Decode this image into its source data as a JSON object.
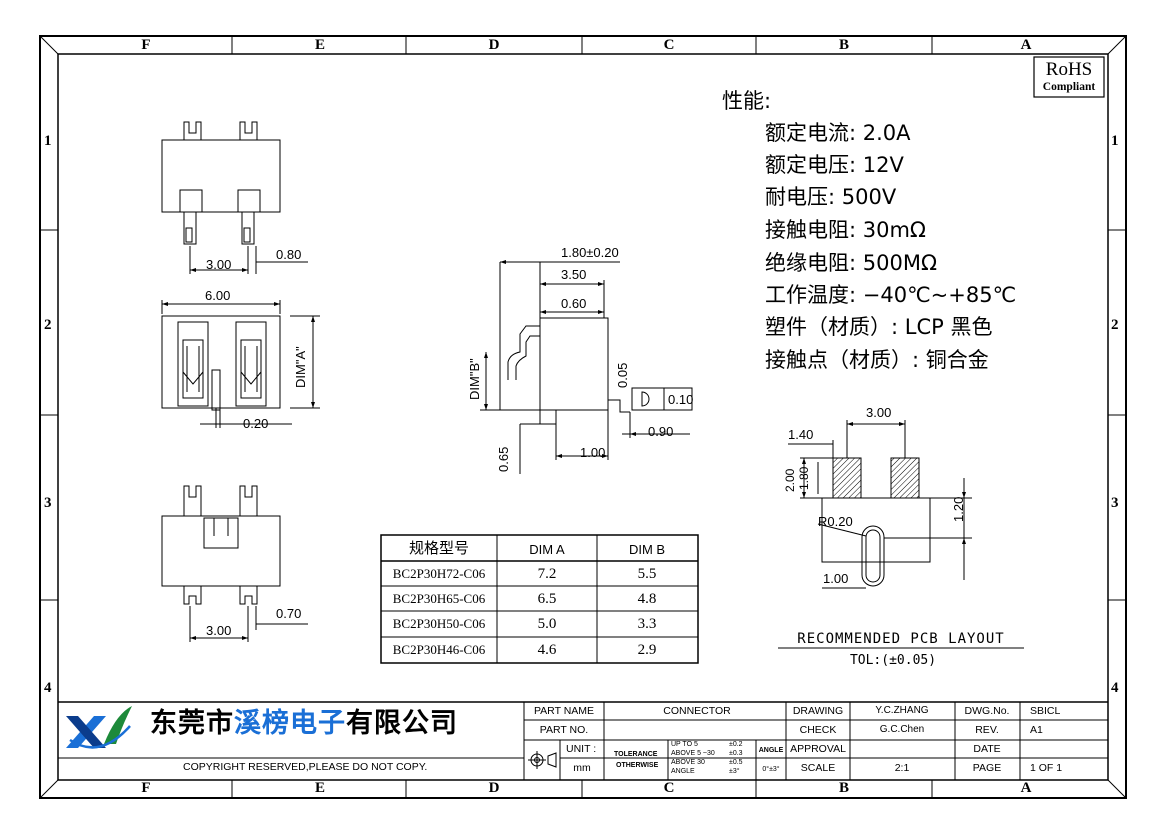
{
  "frame": {
    "columns": [
      "F",
      "E",
      "D",
      "C",
      "B",
      "A"
    ],
    "rows": [
      "1",
      "2",
      "3",
      "4"
    ]
  },
  "rohs": {
    "line1": "RoHS",
    "line2": "Compliant"
  },
  "performance": {
    "heading": "性能:",
    "items": [
      "额定电流: 2.0A",
      "额定电压: 12V",
      "耐电压: 500V",
      "接触电阻: 30mΩ",
      "绝缘电阻: 500MΩ",
      "工作温度: −40℃~+85℃",
      "塑件（材质）: LCP  黑色",
      "接触点（材质）: 铜合金"
    ]
  },
  "top_view": {
    "pitch": "3.00",
    "pin_width": "0.80"
  },
  "front_view": {
    "width": "6.00",
    "dim_a": "DIM\"A\"",
    "pin_thk": "0.20"
  },
  "bottom_view": {
    "pitch": "3.00",
    "pin_width": "0.70"
  },
  "side_view": {
    "d1": "1.80±0.20",
    "d2": "3.50",
    "d3": "0.60",
    "d4": "0.05",
    "d5": "0.10",
    "d6": "0.90",
    "d7": "1.00",
    "d8": "0.65",
    "dim_b": "DIM\"B\""
  },
  "spec_table": {
    "headers": [
      "规格型号",
      "DIM  A",
      "DIM  B"
    ],
    "rows": [
      [
        "BC2P30H72-C06",
        "7.2",
        "5.5"
      ],
      [
        "BC2P30H65-C06",
        "6.5",
        "4.8"
      ],
      [
        "BC2P30H50-C06",
        "5.0",
        "3.3"
      ],
      [
        "BC2P30H46-C06",
        "4.6",
        "2.9"
      ]
    ]
  },
  "pcb_layout": {
    "pitch": "3.00",
    "pad_offset": "1.40",
    "h1": "2.00",
    "h2": "1.80",
    "slot_h": "1.20",
    "radius": "R0.20",
    "slot_w": "1.00",
    "title": "RECOMMENDED PCB LAYOUT",
    "tol": "TOL:(±0.05)"
  },
  "title_block": {
    "company": "东莞市溪榜电子有限公司",
    "company_parts": [
      "东莞市",
      "溪榜电子",
      "有限公司"
    ],
    "copyright": "COPYRIGHT RESERVED,PLEASE DO NOT COPY.",
    "part_name_label": "PART NAME",
    "part_name": "CONNECTOR",
    "part_no_label": "PART NO.",
    "part_no": "",
    "unit_label": "UNIT :",
    "unit": "mm",
    "tolerance_label": "TOLERANCE",
    "otherwise_label": "OTHERWISE",
    "tol_lines": [
      "UP TO 5",
      "ABOVE 5 ~30",
      "ABOVE 30",
      "ANGLE"
    ],
    "tol_vals": [
      "±0.2",
      "±0.3",
      "±0.5",
      "±3°"
    ],
    "angle_label": "ANGLE",
    "angle_val": "0°±3°",
    "drawing_label": "DRAWING",
    "drawing": "Y.C.ZHANG",
    "check_label": "CHECK",
    "check": "G.C.Chen",
    "approval_label": "APPROVAL",
    "approval": "",
    "scale_label": "SCALE",
    "scale": "2:1",
    "dwgno_label": "DWG.No.",
    "dwgno": "SBICL",
    "rev_label": "REV.",
    "rev": "A1",
    "date_label": "DATE",
    "date": "",
    "page_label": "PAGE",
    "page": "1 OF 1"
  },
  "colors": {
    "line": "#000000",
    "brand_blue": "#1a6fd6",
    "logo_green": "#1d8a3a"
  }
}
